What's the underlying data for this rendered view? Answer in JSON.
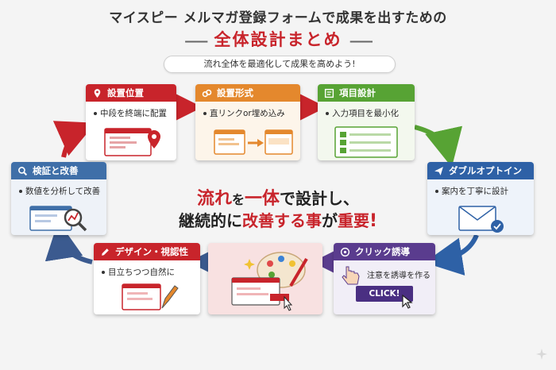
{
  "title": {
    "line1": "マイスピー メルマガ登録フォームで成果を出すための",
    "line2": "全体設計まとめ"
  },
  "subtitle": "流れ全体を最適化して成果を高めよう!",
  "steps": [
    {
      "title": "設置位置",
      "detail": "中段を終端に配置",
      "color": "#c8242b",
      "icon": "map-pin-icon"
    },
    {
      "title": "設置形式",
      "detail": "直リンクor埋め込み",
      "color": "#e4882d",
      "icon": "link-icon"
    },
    {
      "title": "項目設計",
      "detail": "入力項目を最小化",
      "color": "#57a334",
      "icon": "form-icon"
    },
    {
      "title": "ダブルオプトイン",
      "detail": "案内を丁寧に設計",
      "color": "#2e61a6",
      "icon": "send-icon"
    },
    {
      "title": "クリック誘導",
      "detail": "注意を誘導を作る",
      "button": "CLICK!",
      "color": "#5a3c8e",
      "icon": "click-icon"
    },
    {
      "title": "",
      "detail": "",
      "color": "#f8e1e1",
      "icon": "paint-palette-icon"
    },
    {
      "title": "デザイン・視認性",
      "detail": "目立ちつつ自然に",
      "color": "#c8242b",
      "icon": "pencil-icon"
    },
    {
      "title": "検証と改善",
      "detail": "数値を分析して改善",
      "color": "#3f6fa8",
      "icon": "magnifier-icon"
    }
  ],
  "center": {
    "l1a": "流れ",
    "l1b": "を",
    "l1c": "一体",
    "l1d": "で設計し、",
    "l2a": "継続的に",
    "l2b": "改善する事",
    "l2c": "が",
    "l2d": "重要",
    "l2e": "!"
  }
}
